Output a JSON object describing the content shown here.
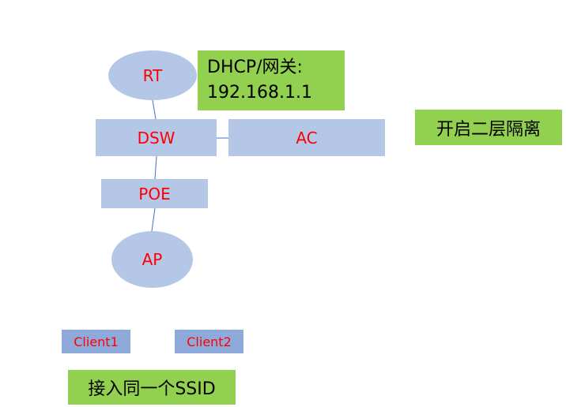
{
  "nodes": {
    "rt": "RT",
    "dsw": "DSW",
    "ac": "AC",
    "poe": "POE",
    "ap": "AP"
  },
  "notes": {
    "gateway_line1": "DHCP/网关:",
    "gateway_line2": "192.168.1.1",
    "isolation": "开启二层隔离",
    "ssid": "接入同一个SSID"
  },
  "clients": [
    "Client1",
    "Client2"
  ],
  "colors": {
    "node": "#b4c7e7",
    "client": "#8eaadb",
    "note": "#92d050",
    "label": "#ff0000",
    "link": "#4472c4"
  }
}
